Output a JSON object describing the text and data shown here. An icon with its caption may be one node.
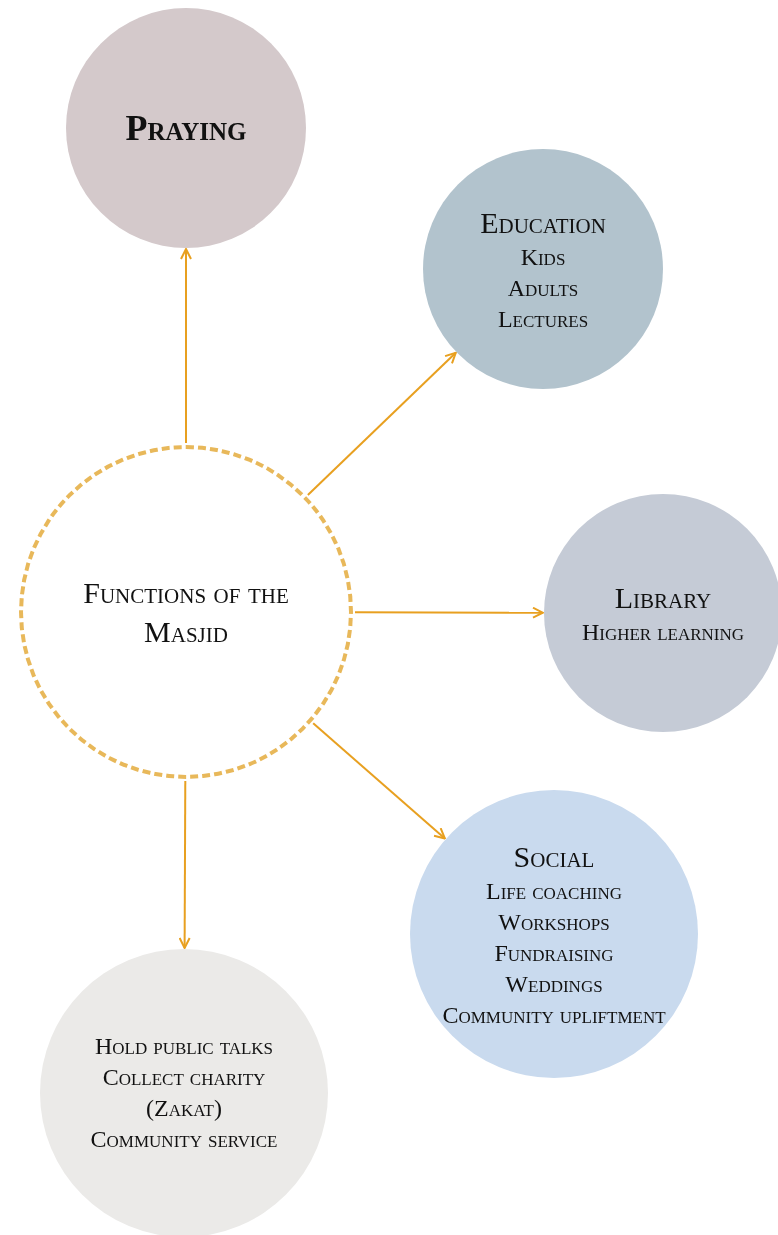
{
  "diagram": {
    "nodes": [
      {
        "text": [
          "Functions of the Masjid"
        ]
      },
      {
        "text": [
          "Praying"
        ]
      },
      {
        "text": [
          "Education",
          "Kids",
          "Adults",
          "Lectures"
        ]
      },
      {
        "text": [
          "Library",
          "Higher learning"
        ]
      },
      {
        "text": [
          "Social",
          "Life coaching",
          "Workshops",
          "Fundraising",
          "Weddings",
          "Community upliftment"
        ]
      },
      {
        "text": [
          "Hold public talks",
          "Collect charity (Zakat)",
          "Community service"
        ]
      }
    ],
    "edges": [
      {
        "from": 0,
        "to": 1,
        "arrow": "to"
      },
      {
        "from": 0,
        "to": 2,
        "arrow": "to"
      },
      {
        "from": 0,
        "to": 3,
        "arrow": "to"
      },
      {
        "from": 0,
        "to": 4,
        "arrow": "to"
      },
      {
        "from": 0,
        "to": 5,
        "arrow": "to"
      }
    ]
  }
}
